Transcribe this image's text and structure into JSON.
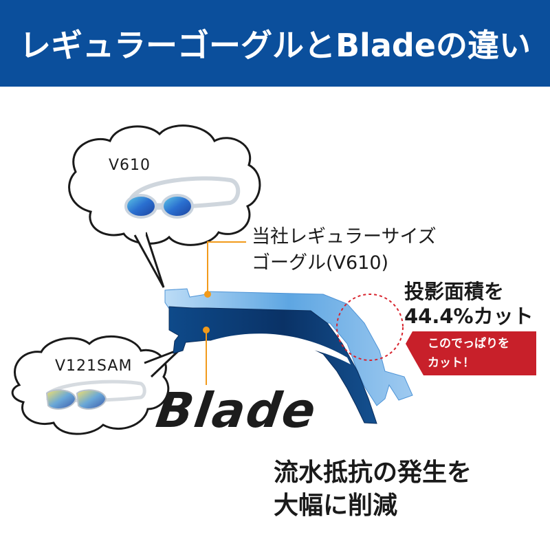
{
  "header": {
    "title": "レギュラーゴーグルとBladeの違い",
    "background": "#0b4f9c"
  },
  "bubbles": {
    "regular_model": "V610",
    "blade_model": "V121SAM"
  },
  "callouts": {
    "regular_line1": "当社レギュラーサイズ",
    "regular_line2": "ゴーグル(V610)",
    "cut_line1": "投影面積を",
    "cut_line2": "44.4%カット"
  },
  "badge": {
    "line1": "このでっぱりを",
    "line2": "カット！",
    "color": "#c8202a"
  },
  "blade_logo": "Blade",
  "bottom": {
    "line1": "流水抵抗の発生を",
    "line2": "大幅に削減"
  },
  "colors": {
    "accent_orange": "#f29a1a",
    "profile_light_blue": "#6fb3e8",
    "profile_dark_blue": "#0d3b78",
    "dashed_circle": "#d8242e"
  }
}
